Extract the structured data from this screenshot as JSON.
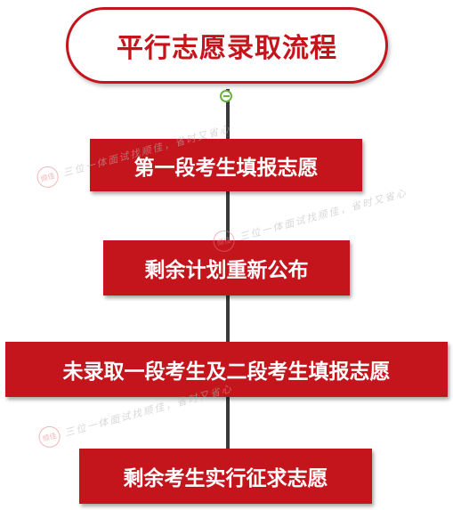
{
  "title": "平行志愿录取流程",
  "steps": [
    "第一段考生填报志愿",
    "剩余计划重新公布",
    "未录取一段考生及二段考生填报志愿",
    "剩余考生实行征求志愿"
  ],
  "watermark": {
    "text": "三位一体面试找顺佳，省时又省心",
    "seal_text": "顺佳"
  },
  "colors": {
    "accent": "#c4151c",
    "connector": "#3a3a3a",
    "junction": "#6db33f"
  }
}
